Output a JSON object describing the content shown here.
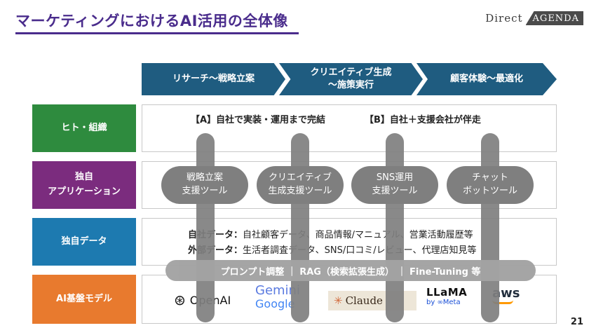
{
  "header": {
    "title": "マーケティングにおけるAI活用の全体像",
    "logo_direct": "Direct",
    "logo_agenda": "AGENDA"
  },
  "phases": [
    {
      "label": "リサーチ～戦略立案"
    },
    {
      "label_line1": "クリエイティブ生成",
      "label_line2": "～施策実行"
    },
    {
      "label": "顧客体験～最適化"
    }
  ],
  "rows": [
    {
      "label": "ヒト・組織"
    },
    {
      "label_line1": "独自",
      "label_line2": "アプリケーション"
    },
    {
      "label": "独自データ"
    },
    {
      "label": "AI基盤モデル"
    }
  ],
  "org": {
    "option_a": "【A】自社で実装・運用まで完結",
    "option_b": "【B】自社＋支援会社が伴走"
  },
  "apps": [
    {
      "line1": "戦略立案",
      "line2": "支援ツール"
    },
    {
      "line1": "クリエイティブ",
      "line2": "生成支援ツール"
    },
    {
      "line1": "SNS運用",
      "line2": "支援ツール"
    },
    {
      "line1": "チャット",
      "line2": "ボットツール"
    }
  ],
  "data": {
    "internal_label": "自社データ：",
    "internal_value": "自社顧客データ、商品情報/マニュアル、営業活動履歴等",
    "external_label": "外部データ：",
    "external_value": "生活者調査データ、SNS/口コミ/レビュー、代理店知見等"
  },
  "methods_bar": "プロンプト調整 ｜ RAG（検索拡張生成） ｜ Fine-Tuning 等",
  "models": {
    "openai": "OpenAI",
    "openai_icon": "openai-knot-icon",
    "gemini_line1": "Gemini",
    "gemini_line2": "Google",
    "claude": "Claude",
    "claude_icon": "claude-star-icon",
    "llama_line1": "LLaMA",
    "llama_line2": "by ∞Meta",
    "aws": "aws"
  },
  "page_number": "21",
  "colors": {
    "title": "#4a2c8c",
    "phase_arrow": "#1f5c80",
    "row_org": "#2e8b3e",
    "row_app": "#7b2c7e",
    "row_data": "#1d7ab0",
    "row_model": "#e87a2e",
    "overlay_gray": "#7f7f7f"
  }
}
